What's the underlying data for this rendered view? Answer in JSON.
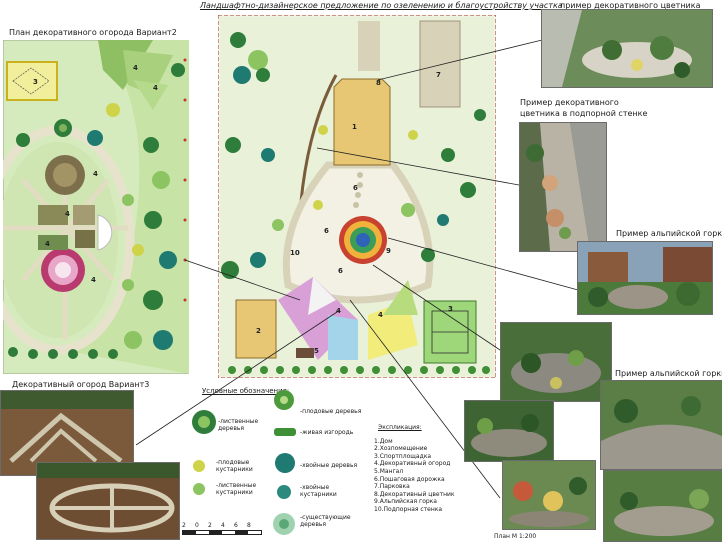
{
  "main_title": "Ландшафтно-дизайнерское предложение по озеленению и благоустройству участка",
  "variant2_title": "План декоративного огорода Вариант2",
  "variant3_title": "Декоративный огород  Вариант3",
  "example_flowerbed_title": "пример декоративного цветника",
  "example_retaining_title": "Пример декоративного цветника в подпорной стенке",
  "example_alpine_title_1": "Пример альпийской горки",
  "example_alpine_title_2": "Пример альпийской горки",
  "scale_label": "План М 1:200",
  "legend": {
    "title": "Условные обозначения:",
    "items": [
      {
        "label": "-лиственные деревья"
      },
      {
        "label": "-плодовые деревья"
      },
      {
        "label": "-живая изгородь"
      },
      {
        "label": "-плодовые кустарники"
      },
      {
        "label": "-хвойные деревья"
      },
      {
        "label": "-лиственные кустарники"
      },
      {
        "label": "-хвойные кустарники"
      },
      {
        "label": "-существующие деревья"
      }
    ],
    "scale_ticks": [
      "2",
      "0",
      "2",
      "4",
      "6",
      "8"
    ]
  },
  "explication": {
    "title": "Экспликация:",
    "items": [
      "1.Дом",
      "2.Хозпомещение",
      "3.Спортплощадка",
      "4.Декоративный огород",
      "5.Мангал",
      "6.Пошаговая дорожка",
      "7.Парковка",
      "8.Декоративный цветник",
      "9.Альпийская горка",
      "10.Подпорная стенка"
    ]
  },
  "plan_labels": [
    "1",
    "2",
    "3",
    "4",
    "4",
    "5",
    "6",
    "6",
    "6",
    "7",
    "8",
    "9",
    "10"
  ],
  "variant2_labels": [
    "3",
    "4",
    "4",
    "4",
    "4",
    "4",
    "4"
  ],
  "colors": {
    "lawn": "#dfeeca",
    "lawn_dark": "#bcd99a",
    "path": "#d8d2b8",
    "building": "#e7c773",
    "sport": "#9ed67a",
    "tree_dark": "#2e7d3a",
    "tree_light": "#8cc461",
    "conifer": "#1f7a72",
    "fruit": "#cfd34a",
    "hedge": "#3e8f35"
  }
}
